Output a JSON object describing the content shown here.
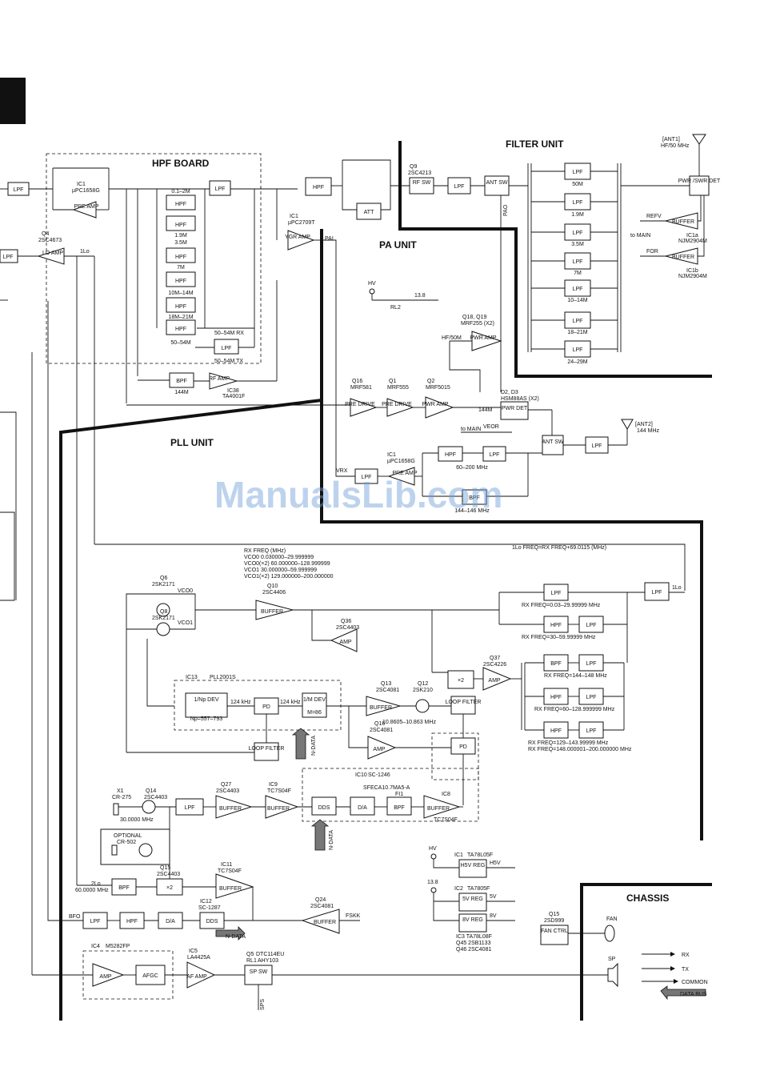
{
  "units": {
    "hpf_board": "HPF BOARD",
    "filter_unit": "FILTER UNIT",
    "pa_unit": "PA UNIT",
    "pll_unit": "PLL UNIT",
    "chassis": "CHASSIS"
  },
  "watermark": "ManualsLib.com",
  "hpf_board": {
    "ic1": "IC1",
    "ic1_part": "µPC1658G",
    "pre_amp": "PRE AMP",
    "lpf": "LPF",
    "hpf_bands": [
      "0.1–2M",
      "1.9M",
      "3.5M",
      "7M",
      "10M–14M",
      "18M–21M",
      "50–54M"
    ],
    "hpf": "HPF",
    "lpf_rx": "50–54M RX",
    "lpf_tx": "50–54M TX",
    "bpf": "BPF",
    "bpf_band": "144M",
    "rf_amp": "RF AMP",
    "ic38": "IC38",
    "ic38_part": "TA4001F"
  },
  "left_blocks": {
    "lpf": "LPF",
    "q4": "Q4",
    "q4_part": "2SC4673",
    "lo_amp": "LO AMP",
    "lo_label": "1Lo"
  },
  "rx_chain": {
    "ic1": "IC1",
    "ic1_part": "µPC2709T",
    "ygr_amp": "YGR AMP",
    "hpf": "HPF",
    "att": "ATT",
    "q9": "Q9",
    "q9_part": "2SC4213",
    "rf_sw": "RF SW",
    "lpf": "LPF",
    "ant_sw": "ANT SW",
    "pao": "PAO",
    "pai": "PAI"
  },
  "filter_unit": {
    "ant1": "[ANT1]",
    "ant1_band": "HF/50 MHz",
    "pwr_swr_det": "PWR /SWR DET",
    "lpf": "LPF",
    "bands": [
      "50M",
      "1.9M",
      "3.5M",
      "7M",
      "10–14M",
      "18–21M",
      "24–29M"
    ],
    "refv": "REFV",
    "for": "FOR",
    "to_main": "to MAIN",
    "buffer": "BUFFER",
    "ic1a": "IC1a",
    "ic1a_part": "NJM2904M",
    "ic1b": "IC1b",
    "ic1b_part": "NJM2904M"
  },
  "pa_unit": {
    "hv": "HV",
    "v138": "13.8",
    "rl2": "RL2",
    "q18_q19": "Q18, Q19",
    "q18_part": "MRF255 (X2)",
    "hf50m": "HF/50M",
    "pwr_amp": "PWR AMP",
    "q16": "Q16",
    "q16_part": "MRF581",
    "q1": "Q1",
    "q1_part": "MRF555",
    "q2": "Q2",
    "q2_part": "MRF5015",
    "pre_drive": "PRE DRIVE",
    "band144": "144M",
    "d2d3": "D2, D3",
    "d2d3_part": "HSM88AS (X2)",
    "pwr_det": "PWR DET",
    "to_main": "to MAIN",
    "veor": "VEOR",
    "ant_sw": "ANT SW",
    "lpf": "LPF",
    "ant2": "[ANT2]",
    "ant2_band": "144 MHz",
    "hpf": "HPF",
    "band60_200": "60–200 MHz",
    "ic1": "IC1",
    "ic1_part": "µPC1658G",
    "pre_amp": "PRE AMP",
    "vrx": "VRX",
    "bpf": "BPF",
    "band144_146": "144–146 MHz"
  },
  "pll_unit": {
    "rx_freq_title": "RX FREQ (MHz)",
    "vco_lines": [
      "VCO0        0.030000–29.999999",
      "VCO0(×2) 60.000000–128.999999",
      "VCO1      30.000000–59.999999",
      "VCO1(×2) 129.000000–200.000000"
    ],
    "lo_freq": "1Lo FREQ=RX FREQ+69.0115 (MHz)",
    "q6": "Q6",
    "q6_part": "2SK2171",
    "vco0": "VCO0",
    "q8": "Q8",
    "q8_part": "2SK2171",
    "vco1": "VCO1",
    "q10": "Q10",
    "q10_part": "2SC4406",
    "buffer": "BUFFER",
    "q36": "Q36",
    "q36_part": "2SC4403",
    "amp": "AMP",
    "lpf": "LPF",
    "lo_label": "1Lo",
    "rx_ranges": [
      "RX FREQ=0.03–29.99999 MHz",
      "RX FREQ=30–59.99999 MHz",
      "RX FREQ=144–148 MHz",
      "RX FREQ=60–128.999999 MHz",
      "RX FREQ=129–143.99999 MHz",
      "RX FREQ=148.000001–200.000000 MHz"
    ],
    "hpf": "HPF",
    "bpf": "BPF",
    "x2": "×2",
    "q37": "Q37",
    "q37_part": "2SC4226",
    "ic13": "IC13",
    "ic13_part": "PLL2001S",
    "np_dev": "1/Np DEV",
    "np_range": "Np=557–793",
    "khz124": "124 kHz",
    "pd": "PD",
    "m_dev": "1/M DEV",
    "m_val": "M=86",
    "q13": "Q13",
    "q13_part": "2SC4081",
    "q12": "Q12",
    "q12_part": "2SK210",
    "loop_filter": "LOOP FILTER",
    "vco_range": "10.8605–10.863 MHz",
    "q16": "Q16",
    "q16_part": "2SC4081",
    "ndata": "N-DATA",
    "x1": "X1",
    "x1_part": "CR-275",
    "x1_freq": "30.0000 MHz",
    "optional": "OPTIONAL",
    "optional_part": "CR-502",
    "q14": "Q14",
    "q14_part": "2SC4403",
    "q27": "Q27",
    "q27_part": "2SC4403",
    "ic9": "IC9",
    "ic9_part": "TC7S04F",
    "ic10": "IC10",
    "ic10_part": "SC-1246",
    "sfeca": "SFECA10.7MA5-A",
    "fi1": "FI1",
    "ic8": "IC8",
    "ic8_part": "TC7S04F",
    "dds": "DDS",
    "da": "D/A",
    "q15": "Q15",
    "q15_part": "2SC4403",
    "lo2": "2Lo",
    "lo2_freq": "60.0000 MHz",
    "ic11": "IC11",
    "ic11_part": "TC7S04F",
    "ic12": "IC12",
    "ic12_part": "SC-1287",
    "bfo": "BFO",
    "q24": "Q24",
    "q24_part": "2SC4081",
    "fskk": "FSKK",
    "ic4": "IC4",
    "ic4_part": "M5282FP",
    "afgc": "AFGC",
    "ic5": "IC5",
    "ic5_part": "LA4425A",
    "af_amp": "AF AMP",
    "q5": "Q5",
    "q5_part": "DTC114EU",
    "rl1": "RL1",
    "rl1_part": "AHY103",
    "sp_sw": "SP SW",
    "sps": "SPS",
    "hv": "HV",
    "reg_ic1": "IC1",
    "reg_ic1_part": "TA78L05F",
    "h5v_reg": "H5V REG",
    "h5v": "H5V",
    "v138": "13.8",
    "reg_ic2": "IC2",
    "reg_ic2_part": "TA7805F",
    "v5_reg": "5V REG",
    "v5": "5V",
    "v8_reg": "8V REG",
    "v8": "8V",
    "reg_ic3": "IC3  TA78L08F",
    "reg_q45": "Q45  2SB1133",
    "reg_q46": "Q46  2SC4081"
  },
  "chassis": {
    "q15": "Q15",
    "q15_part": "2SD999",
    "fan_ctrl": "FAN CTRL",
    "fan": "FAN",
    "sp": "SP"
  },
  "legend": [
    "RX",
    "TX",
    "COMMON",
    "DATA BUS"
  ]
}
